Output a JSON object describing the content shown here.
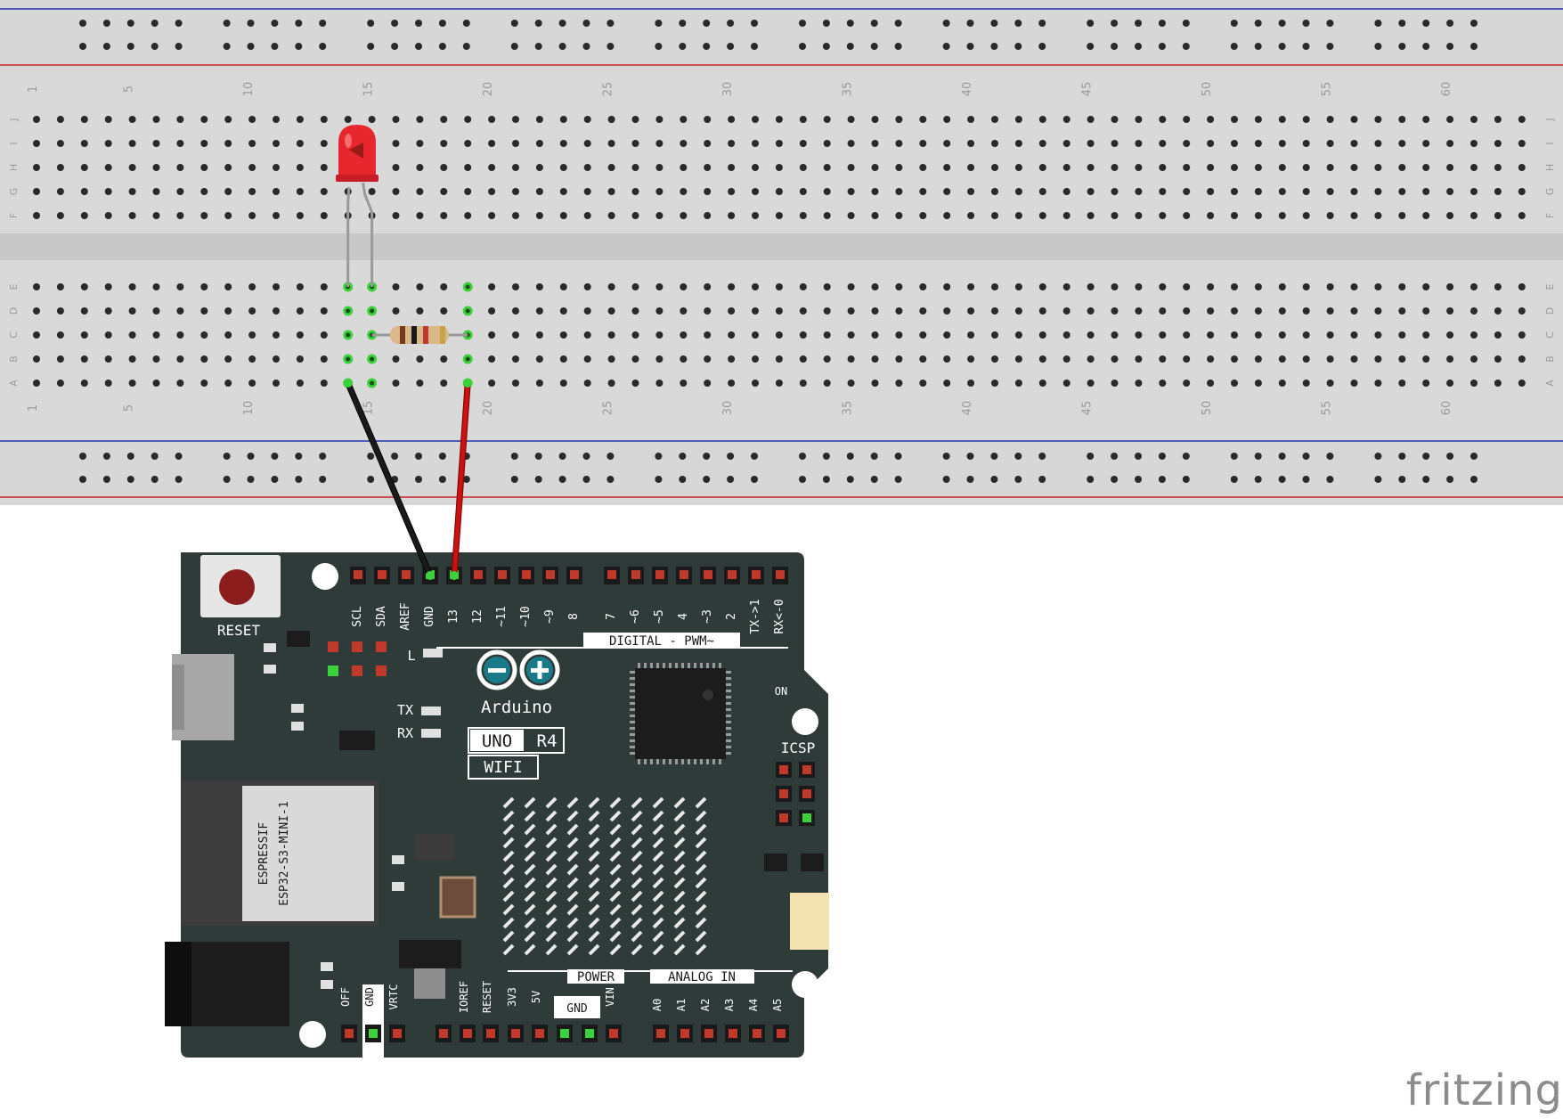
{
  "breadboard": {
    "rows_top": [
      "J",
      "I",
      "H",
      "G",
      "F"
    ],
    "rows_bottom": [
      "E",
      "D",
      "C",
      "B",
      "A"
    ],
    "column_numbers": [
      "1",
      "5",
      "10",
      "15",
      "20",
      "25",
      "30",
      "35",
      "40",
      "45",
      "50",
      "55",
      "60"
    ]
  },
  "board": {
    "reset_label": "RESET",
    "brand_name": "Arduino",
    "model": "UNO",
    "revision": "R4",
    "variant": "WIFI",
    "digital_header_label": "DIGITAL - PWM~",
    "digital_pins": [
      "SCL",
      "SDA",
      "AREF",
      "GND",
      "13",
      "12",
      "~11",
      "~10",
      "~9",
      "8",
      "7",
      "~6",
      "~5",
      "4",
      "~3",
      "2",
      "TX->1",
      "RX<-0"
    ],
    "power_label": "POWER",
    "analog_label": "ANALOG IN",
    "power_pins": [
      "IOREF",
      "RESET",
      "3V3",
      "5V",
      "GND",
      "VIN"
    ],
    "power_gnd_box": "GND",
    "analog_pins": [
      "A0",
      "A1",
      "A2",
      "A3",
      "A4",
      "A5"
    ],
    "rtc_pins": [
      "OFF",
      "GND",
      "VRTC"
    ],
    "led_l": "L",
    "tx_label": "TX",
    "rx_label": "RX",
    "on_label": "ON",
    "icsp_label": "ICSP",
    "module_line1": "ESPRESSIF",
    "module_line2": "ESP32-S3-MINI-1"
  },
  "wires": [
    {
      "color": "#1a1a1a",
      "from": "breadboard A14",
      "to": "GND"
    },
    {
      "color": "#cc1111",
      "from": "breadboard A19",
      "to": "13"
    }
  ],
  "components": [
    {
      "type": "LED",
      "color": "#e8262d"
    },
    {
      "type": "resistor"
    }
  ],
  "colors": {
    "board": "#2f3b38",
    "breadboard": "#d9d9d9",
    "active_hole": "#3ad13a"
  },
  "footer": {
    "brand": "fritzing"
  }
}
